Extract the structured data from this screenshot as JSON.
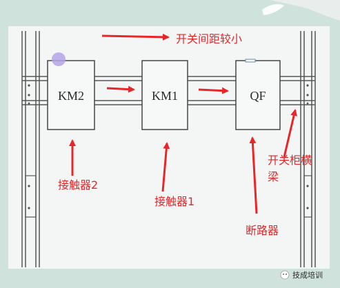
{
  "diagram": {
    "title": "开关间距较小",
    "components": {
      "km2": "KM2",
      "km1": "KM1",
      "qf": "QF"
    },
    "labels": {
      "contactor2": "接触器2",
      "contactor1": "接触器1",
      "breaker": "断路器",
      "beam_line1": "开关柜横",
      "beam_line2": "梁"
    },
    "watermark": "技成培训"
  },
  "colors": {
    "accent_red": "#e8262a",
    "background": "#cfe3dc",
    "panel": "#f3f6f4",
    "line": "#555555"
  }
}
